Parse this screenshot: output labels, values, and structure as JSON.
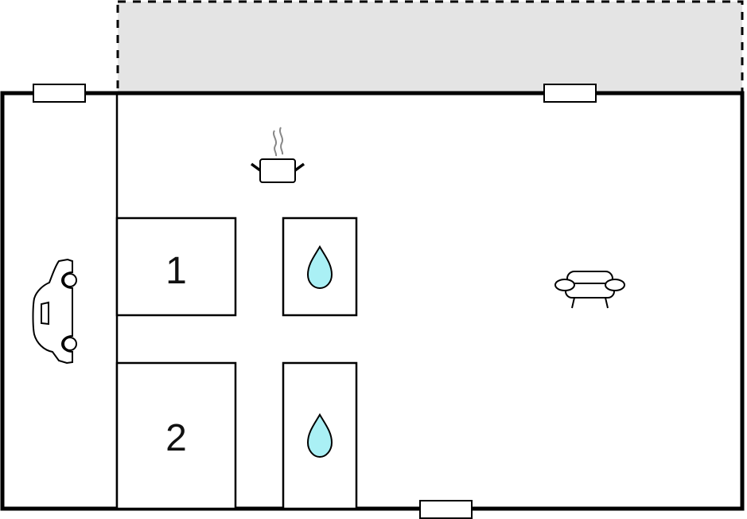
{
  "floorplan": {
    "type": "floor-plan",
    "colors": {
      "wall": "#000000",
      "terrace_fill": "#e4e4e4",
      "water_drop": "#aaf0f5",
      "background": "#ffffff"
    },
    "areas": {
      "terrace": {
        "label": "terrace-outdoor-area",
        "style": "dashed outline, gray fill"
      },
      "garage": {
        "label": "garage",
        "icon": "car-icon"
      },
      "living": {
        "label": "living-area",
        "icons": [
          "cooking-pot-icon",
          "sofa-icon"
        ]
      }
    },
    "rooms": [
      {
        "id": "bedroom-1",
        "label": "1"
      },
      {
        "id": "bedroom-2",
        "label": "2"
      },
      {
        "id": "bathroom-1",
        "icon": "water-drop-icon"
      },
      {
        "id": "bathroom-2",
        "icon": "water-drop-icon"
      }
    ],
    "windows": 3
  }
}
